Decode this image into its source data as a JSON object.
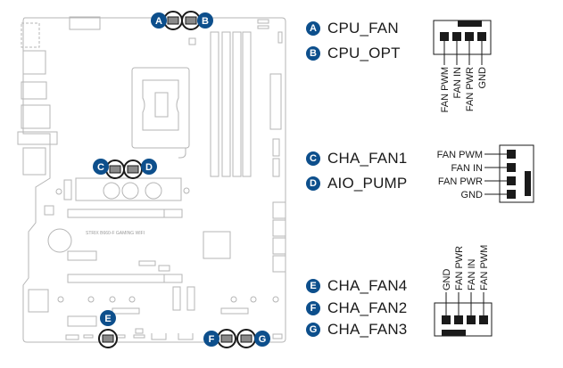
{
  "board": {
    "model_text": "STRIX B660-F GAMING WIFI",
    "callouts": [
      {
        "letter": "A",
        "header": "CPU_FAN"
      },
      {
        "letter": "B",
        "header": "CPU_OPT"
      },
      {
        "letter": "C",
        "header": "CHA_FAN1"
      },
      {
        "letter": "D",
        "header": "AIO_PUMP"
      },
      {
        "letter": "E",
        "header": "CHA_FAN4"
      },
      {
        "letter": "F",
        "header": "CHA_FAN2"
      },
      {
        "letter": "G",
        "header": "CHA_FAN3"
      }
    ],
    "accent_color": "#0d4f8c"
  },
  "groups": [
    {
      "legend": [
        {
          "letter": "A",
          "label": "CPU_FAN"
        },
        {
          "letter": "B",
          "label": "CPU_OPT"
        }
      ],
      "pin_orientation": "vertical-down",
      "pins": [
        "FAN PWM",
        "FAN IN",
        "FAN PWR",
        "GND"
      ]
    },
    {
      "legend": [
        {
          "letter": "C",
          "label": "CHA_FAN1"
        },
        {
          "letter": "D",
          "label": "AIO_PUMP"
        }
      ],
      "pin_orientation": "horizontal-left",
      "pins": [
        "FAN PWM",
        "FAN IN",
        "FAN PWR",
        "GND"
      ]
    },
    {
      "legend": [
        {
          "letter": "E",
          "label": "CHA_FAN4"
        },
        {
          "letter": "F",
          "label": "CHA_FAN2"
        },
        {
          "letter": "G",
          "label": "CHA_FAN3"
        }
      ],
      "pin_orientation": "vertical-up",
      "pins": [
        "GND",
        "FAN PWR",
        "FAN IN",
        "FAN PWM"
      ]
    }
  ]
}
